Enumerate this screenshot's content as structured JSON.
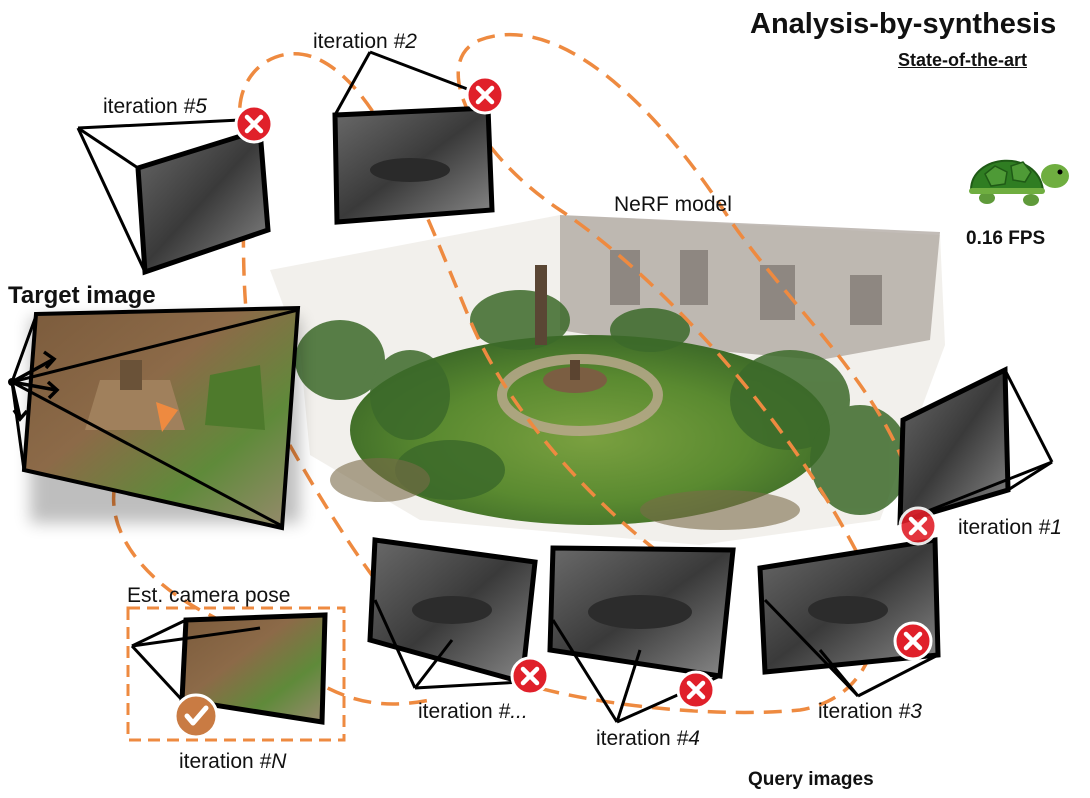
{
  "title": "Analysis-by-synthesis",
  "subtitle": "State-of-the-art",
  "speed": "0.16 FPS",
  "model_label": "NeRF model",
  "target_label": "Target image",
  "pose_label": "Est. camera pose",
  "query_label": "Query images",
  "iterations": {
    "i1": {
      "prefix": "iteration ",
      "suffix": "#1"
    },
    "i2": {
      "prefix": "iteration ",
      "suffix": "#2"
    },
    "i3": {
      "prefix": "iteration ",
      "suffix": "#3"
    },
    "i4": {
      "prefix": "iteration ",
      "suffix": "#4"
    },
    "i5": {
      "prefix": "iteration ",
      "suffix": "#5"
    },
    "iN": {
      "prefix": "iteration ",
      "suffix": "#N"
    },
    "idots": {
      "prefix": "iteration ",
      "suffix": "#..."
    }
  },
  "icons": {
    "reject": "x-mark-icon",
    "accept": "check-mark-icon",
    "speed": "turtle-icon"
  },
  "colors": {
    "path": "#ee8a40",
    "reject": "#e0202a",
    "accept": "#c97b43",
    "turtle": "#2f7d22"
  }
}
